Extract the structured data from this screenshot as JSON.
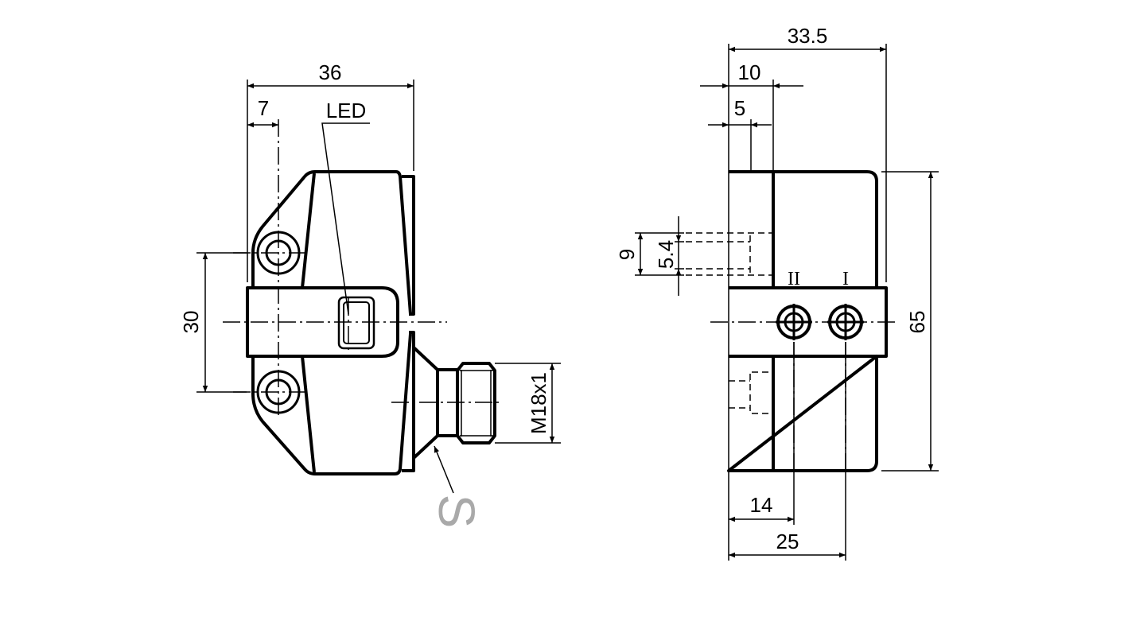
{
  "left_view": {
    "dim_width": "36",
    "dim_offset": "7",
    "led_label": "LED",
    "dim_hole_spacing": "30",
    "dim_thread": "M18x1",
    "socket_label": "S"
  },
  "right_view": {
    "dim_width": "33.5",
    "dim_10": "10",
    "dim_5": "5",
    "dim_9": "9",
    "dim_5_4": "5.4",
    "dim_height": "65",
    "dim_14": "14",
    "dim_25": "25",
    "socket_II": "II",
    "socket_I": "I"
  }
}
